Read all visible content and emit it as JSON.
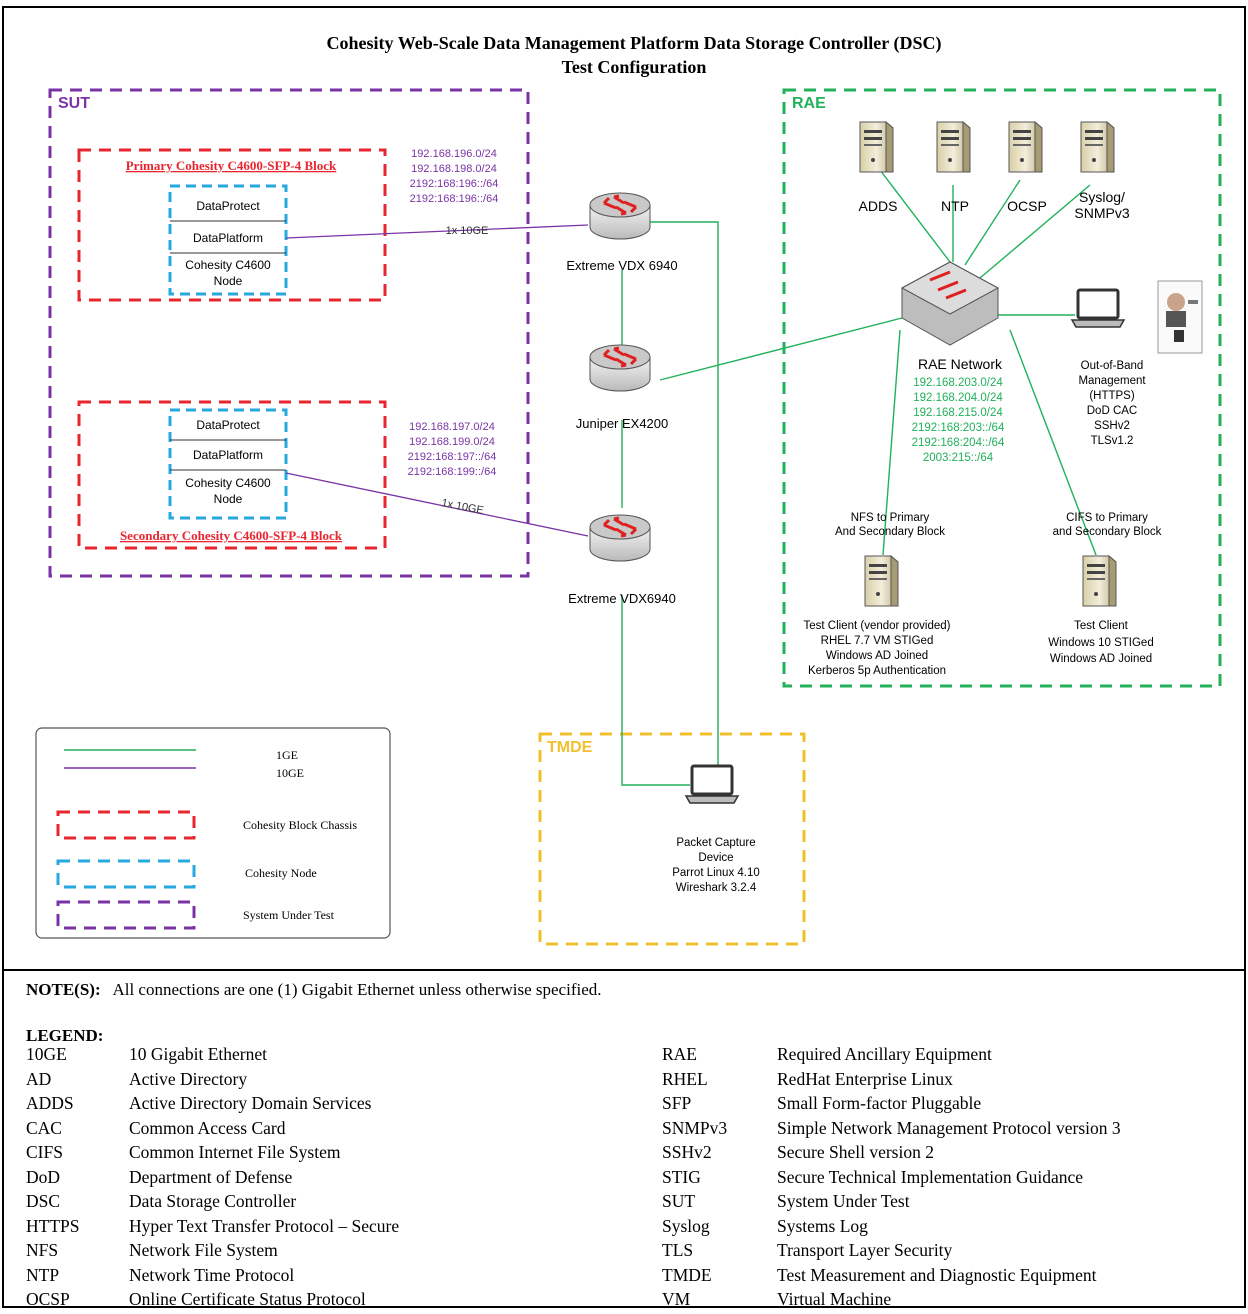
{
  "title_line1": "Cohesity Web-Scale Data Management Platform Data Storage Controller (DSC)",
  "title_line2": "Test Configuration",
  "zones": {
    "sut": "SUT",
    "rae": "RAE",
    "tmde": "TMDE"
  },
  "primary_block": {
    "title": "Primary Cohesity C4600-SFP-4 Block",
    "components": [
      "DataProtect",
      "DataPlatform",
      "Cohesity C4600",
      "Node"
    ],
    "subnets": [
      "192.168.196.0/24",
      "192.168.198.0/24",
      "2192:168:196::/64",
      "2192:168:196::/64"
    ]
  },
  "secondary_block": {
    "title": "Secondary Cohesity C4600-SFP-4 Block",
    "components": [
      "DataProtect",
      "DataPlatform",
      "Cohesity C4600",
      "Node"
    ],
    "subnets": [
      "192.168.197.0/24",
      "192.168.199.0/24",
      "2192:168:197::/64",
      "2192:168:199::/64"
    ]
  },
  "links": {
    "top": "1x 10GE",
    "bottom": "1x 10GE"
  },
  "switches": {
    "top": "Extreme VDX 6940",
    "middle": "Juniper EX4200",
    "bottom": "Extreme VDX6940"
  },
  "servers": {
    "adds": "ADDS",
    "ntp": "NTP",
    "ocsp": "OCSP",
    "syslog_1": "Syslog/",
    "syslog_2": "SNMPv3"
  },
  "rae_network": {
    "label": "RAE Network",
    "subnets": [
      "192.168.203.0/24",
      "192.168.204.0/24",
      "192.168.215.0/24",
      "2192:168:203::/64",
      "2192:168:204::/64",
      "2003:215::/64"
    ]
  },
  "oob": [
    "Out-of-Band",
    "Management",
    "(HTTPS)",
    "DoD CAC",
    "SSHv2",
    "TLSv1.2"
  ],
  "nfs_label": [
    "NFS to Primary",
    "And Secondary Block"
  ],
  "cifs_label": [
    "CIFS to Primary",
    "and Secondary Block"
  ],
  "client_linux": [
    "Test Client (vendor provided)",
    "RHEL 7.7 VM STIGed",
    "Windows AD Joined",
    "Kerberos 5p Authentication"
  ],
  "client_windows": [
    "Test Client",
    "Windows 10 STIGed",
    "Windows AD Joined"
  ],
  "packet_capture": [
    "Packet Capture",
    "Device",
    "Parrot Linux 4.10",
    "Wireshark 3.2.4"
  ],
  "diagram_legend": {
    "line_1ge": "1GE",
    "line_10ge": "10GE",
    "chassis": "Cohesity Block Chassis",
    "node": "Cohesity Node",
    "sut": "System Under Test"
  },
  "colors": {
    "green": "#21b15a",
    "purple": "#7a33a6",
    "red": "#e8262f",
    "blue": "#25a9e0",
    "gold": "#f2c02e"
  },
  "note": {
    "label": "NOTE(S):",
    "text": "All connections are one (1) Gigabit Ethernet unless otherwise specified."
  },
  "legend": {
    "heading": "LEGEND:",
    "col1": [
      {
        "abbr": "10GE",
        "def": "10 Gigabit Ethernet"
      },
      {
        "abbr": "AD",
        "def": "Active Directory"
      },
      {
        "abbr": "ADDS",
        "def": "Active Directory Domain Services"
      },
      {
        "abbr": "CAC",
        "def": "Common Access Card"
      },
      {
        "abbr": "CIFS",
        "def": "Common Internet File System"
      },
      {
        "abbr": "DoD",
        "def": "Department of Defense"
      },
      {
        "abbr": "DSC",
        "def": "Data Storage Controller"
      },
      {
        "abbr": "HTTPS",
        "def": "Hyper Text Transfer Protocol – Secure"
      },
      {
        "abbr": "NFS",
        "def": "Network File System"
      },
      {
        "abbr": "NTP",
        "def": "Network Time Protocol"
      },
      {
        "abbr": "OCSP",
        "def": "Online Certificate Status Protocol"
      }
    ],
    "col2": [
      {
        "abbr": "RAE",
        "def": "Required Ancillary Equipment"
      },
      {
        "abbr": "RHEL",
        "def": "RedHat Enterprise Linux"
      },
      {
        "abbr": "SFP",
        "def": "Small Form-factor Pluggable"
      },
      {
        "abbr": "SNMPv3",
        "def": "Simple Network Management Protocol version 3"
      },
      {
        "abbr": "SSHv2",
        "def": "Secure Shell version 2"
      },
      {
        "abbr": "STIG",
        "def": "Secure Technical Implementation Guidance"
      },
      {
        "abbr": "SUT",
        "def": "System Under Test"
      },
      {
        "abbr": "Syslog",
        "def": "Systems Log"
      },
      {
        "abbr": "TLS",
        "def": "Transport Layer Security"
      },
      {
        "abbr": "TMDE",
        "def": "Test Measurement and Diagnostic Equipment"
      },
      {
        "abbr": "VM",
        "def": "Virtual Machine"
      }
    ]
  }
}
